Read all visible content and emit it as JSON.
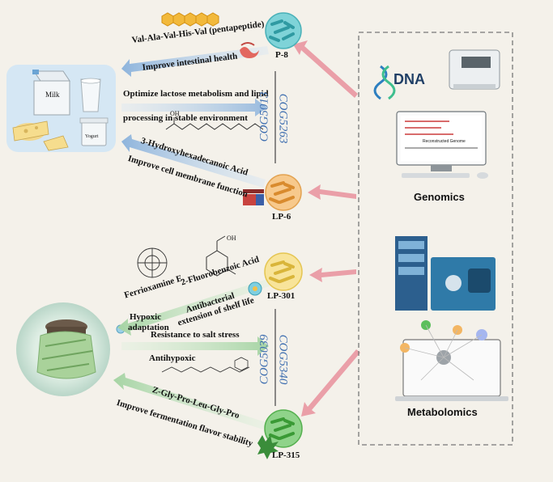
{
  "strains": {
    "p8": "P-8",
    "lp6": "LP-6",
    "lp301": "LP-301",
    "lp315": "LP-315"
  },
  "compounds": {
    "pentapeptide": "Val-Ala-Val-His-Val (pentapeptide)",
    "hydroxy_acid": "3-Hydroxyhexadecanoic Acid",
    "ferrioxamine": "Ferrioxamine E",
    "fluorobenzoic": "2-Fluorobenzoic Acid",
    "gly_peptide": "Z-Gly-Pro-Leu-Gly-Pro",
    "oh_label": "OH"
  },
  "functions": {
    "intestinal": "Improve intestinal health",
    "lactose_1": "Optimize lactose metabolism and lipid",
    "lactose_2": "processing in stable environment",
    "membrane": "Improve cell membrane function",
    "antibacterial_1": "Antibacterial",
    "antibacterial_2": "extension of shelf life",
    "hypoxic_1": "Hypoxic",
    "hypoxic_2": "adaptation",
    "salt": "Resistance to salt stress",
    "antihypoxic": "Antihypoxic",
    "flavor": "Improve fermentation flavor stability"
  },
  "cogs": {
    "cog5013": "COG5013",
    "cog5263": "COG5263",
    "cog5039": "COG5039",
    "cog5340": "COG5340"
  },
  "omics": {
    "dna": "DNA",
    "genomics": "Genomics",
    "metabolomics": "Metabolomics",
    "reconstructed": "Reconstructed Genome"
  },
  "foods": {
    "milk": "Milk",
    "yogurt": "Yogurt"
  },
  "colors": {
    "blue_arrow": "#8eb4dc",
    "green_arrow": "#a6d4a4",
    "pink_arrow": "#e8909c",
    "cog_text": "#3f6fb0"
  }
}
